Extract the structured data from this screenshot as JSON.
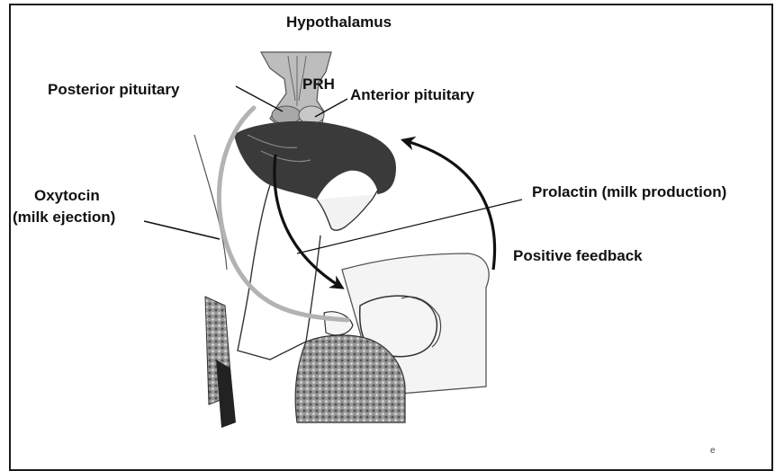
{
  "labels": {
    "hypothalamus": "Hypothalamus",
    "posterior_pituitary": "Posterior pituitary",
    "prh": "PRH",
    "anterior_pituitary": "Anterior pituitary",
    "oxytocin_line1": "Oxytocin",
    "oxytocin_line2": "(milk ejection)",
    "prolactin": "Prolactin (milk production)",
    "positive_feedback": "Positive feedback"
  },
  "footer_mark": "e",
  "colors": {
    "oxytocin_arrow": "#b3b3b3",
    "prolactin_arrow": "#111111",
    "feedback_arrow": "#111111",
    "frame": "#1a1a1a"
  }
}
